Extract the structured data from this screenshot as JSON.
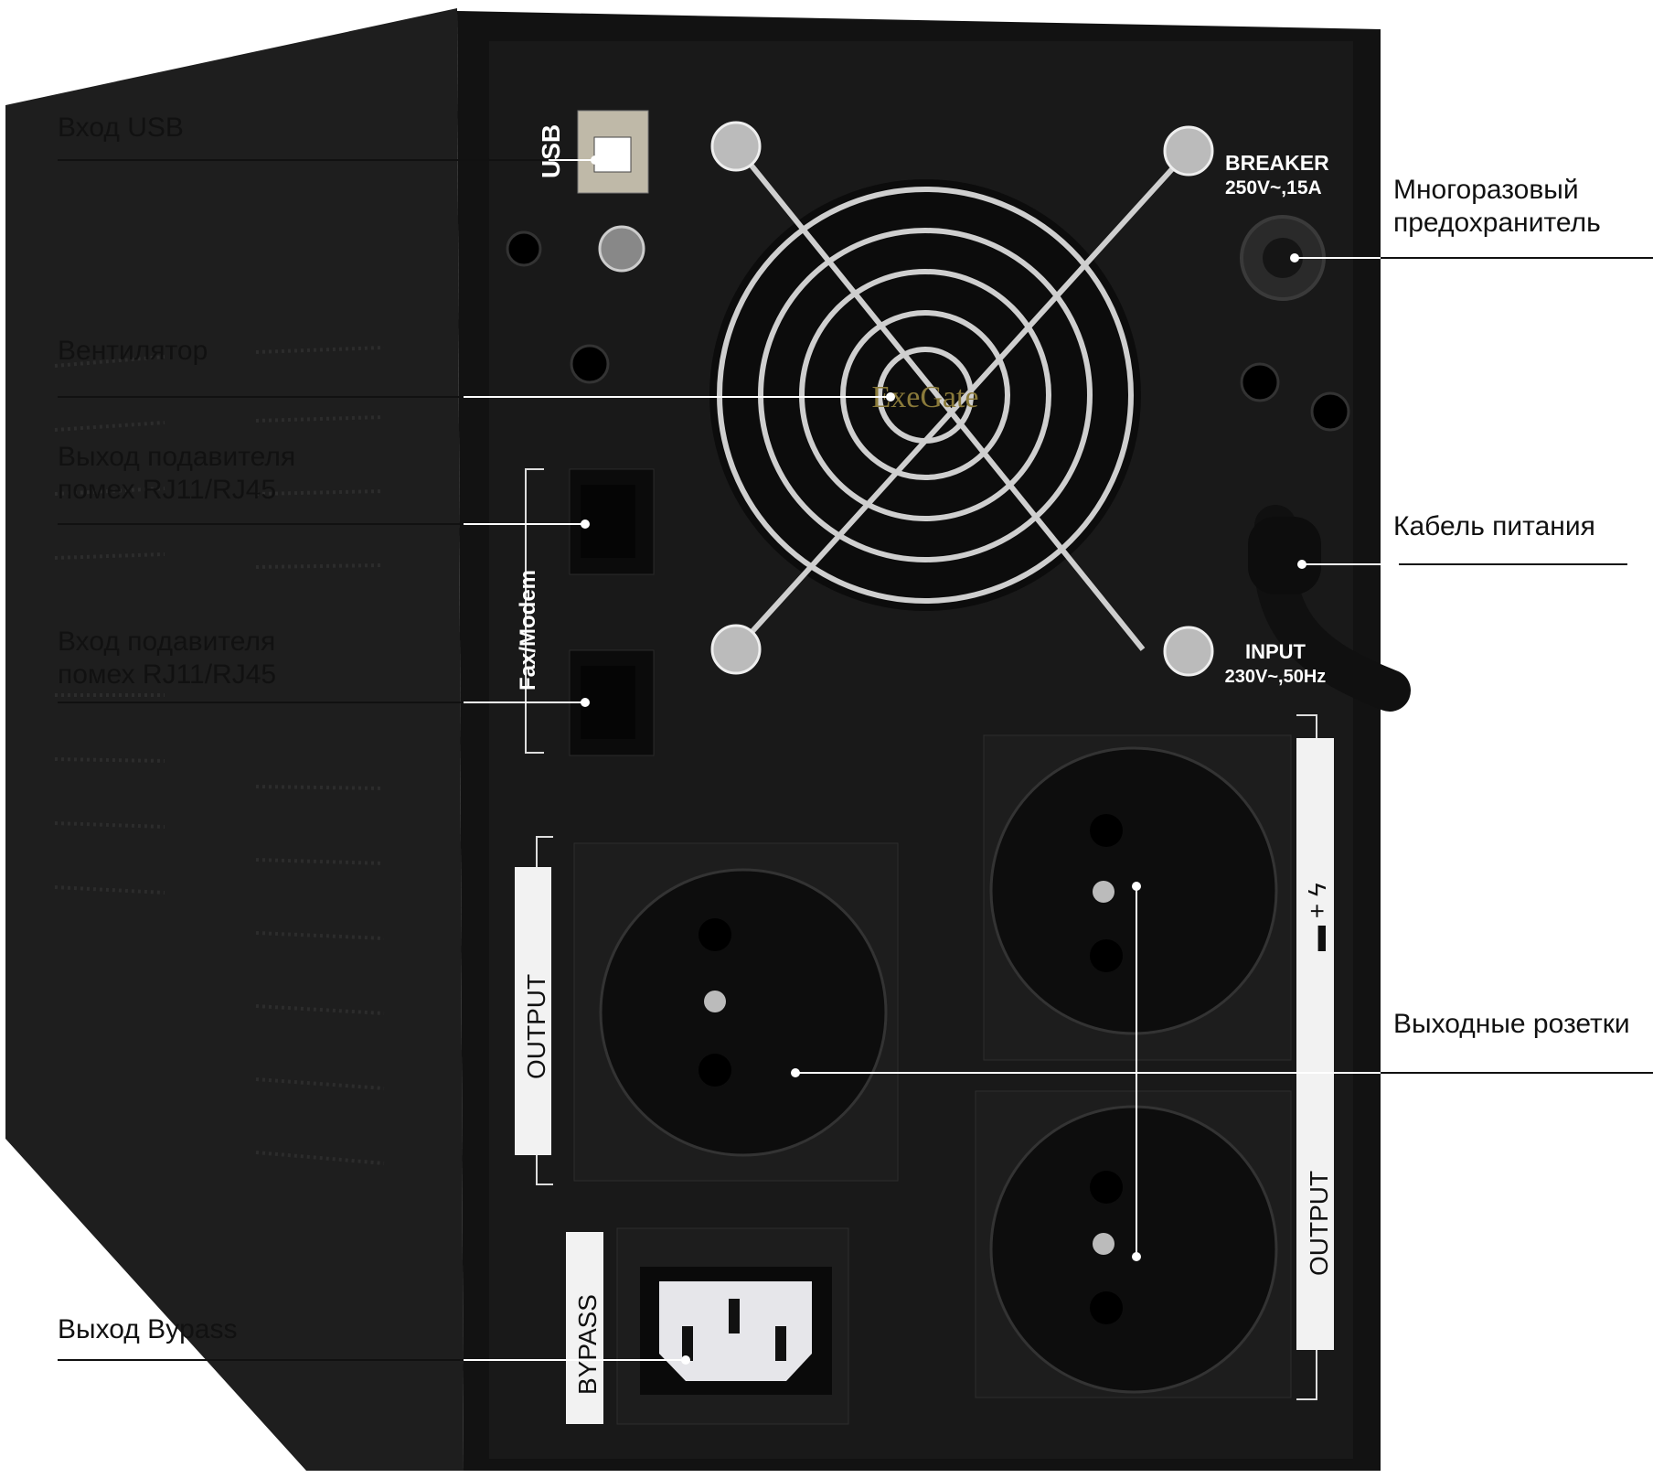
{
  "callouts": {
    "usb_input": "Вход USB",
    "fan": "Вентилятор",
    "surge_out_line1": "Выход подавителя",
    "surge_out_line2": "помех RJ11/RJ45",
    "surge_in_line1": "Вход подавителя",
    "surge_in_line2": "помех RJ11/RJ45",
    "bypass_output": "Выход Bypass",
    "fuse_line1": "Многоразовый",
    "fuse_line2": "предохранитель",
    "power_cable": "Кабель питания",
    "output_sockets": "Выходные розетки"
  },
  "panel": {
    "usb": "USB",
    "fax_modem": "Fax/Modem",
    "breaker_line1": "BREAKER",
    "breaker_line2": "250V~,15A",
    "input_line1": "INPUT",
    "input_line2": "230V~,50Hz",
    "output_left": "OUTPUT",
    "output_right": "OUTPUT",
    "bypass": "BYPASS",
    "brand": "ExeGate",
    "battery_symbol": "▬ + ϟ"
  },
  "colors": {
    "body": "#1c1c1c",
    "panel": "#161616",
    "label": "#ffffff",
    "line": "#111111"
  }
}
